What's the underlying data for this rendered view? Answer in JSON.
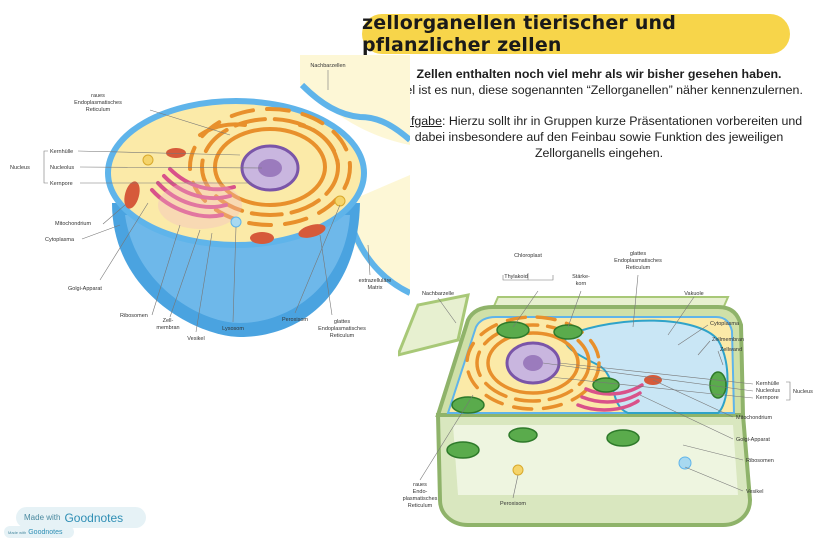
{
  "title": "zellorganellen tierischer und pflanzlicher zellen",
  "intro": {
    "bold": "Zellen enthalten noch viel mehr als wir bisher gesehen haben.",
    "text": "Ziel ist es nun, diese sogenannten “Zellorganellen” näher kennenzulernen.",
    "task_label": "Aufgabe",
    "task_text": ": Hierzu sollt ihr in Gruppen kurze Präsentationen vorbereiten und dabei insbesondere auf den Feinbau sowie Funktion des jeweiligen Zellorganells eingehen."
  },
  "animal_labels": {
    "nachbarzellen": "Nachbarzellen",
    "raues_er_1": "raues",
    "raues_er_2": "Endoplasmatisches",
    "raues_er_3": "Reticulum",
    "kernhuelle": "Kernhülle",
    "nucleolus": "Nucleolus",
    "kernpore": "Kernpore",
    "nucleus": "Nucleus",
    "mitochondrium": "Mitochondrium",
    "cytoplasma": "Cytoplasma",
    "golgi": "Golgi-Apparat",
    "ribosomen": "Ribosomen",
    "zellmembran_1": "Zell-",
    "zellmembran_2": "membran",
    "vesikel": "Vesikel",
    "lysosom": "Lysosom",
    "peroxisom": "Peroxisom",
    "glattes_er_1": "glattes",
    "glattes_er_2": "Endoplasmatisches",
    "glattes_er_3": "Reticulum",
    "matrix_1": "extrazelluläre",
    "matrix_2": "Matrix"
  },
  "plant_labels": {
    "chloroplast": "Chloroplast",
    "thylakoid": "Thylakoid",
    "staerke_1": "Stärke-",
    "staerke_2": "korn",
    "glattes_er_1": "glattes",
    "glattes_er_2": "Endoplasmatisches",
    "glattes_er_3": "Reticulum",
    "nachbarzelle": "Nachbarzelle",
    "vakuole": "Vakuole",
    "cytoplasma": "Cytoplasma",
    "zellmembran": "Zellmembran",
    "zellwand": "Zellwand",
    "kernhuelle": "Kernhülle",
    "nucleolus": "Nucleolus",
    "kernpore": "Kernpore",
    "nucleus": "Nucleus",
    "mitochondrium": "Mitochondrium",
    "golgi": "Golgi-Apparat",
    "ribosomen": "Ribosomen",
    "vesikel": "Vesikel",
    "raues_1": "raues",
    "raues_2": "Endo-",
    "raues_3": "plasmatisches",
    "raues_4": "Reticulum",
    "peroxisom": "Peroxisom"
  },
  "badge": {
    "made_with": "Made with",
    "brand": "Goodnotes"
  },
  "colors": {
    "title_bg": "#f7d54a",
    "cytoplasm": "#fbeaa8",
    "membrane_blue": "#5fb4ea",
    "er_orange": "#e8902c",
    "nucleus_purple": "#9b7bbd",
    "chloroplast_green": "#5aab4c"
  }
}
